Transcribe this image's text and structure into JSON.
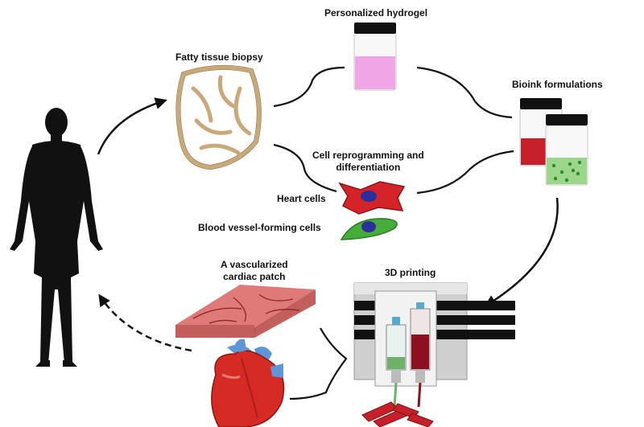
{
  "labels": {
    "hydrogel": "Personalized hydrogel",
    "biopsy": "Fatty tissue biopsy",
    "bioink": "Bioink formulations",
    "reprogramming_line1": "Cell reprogramming and",
    "reprogramming_line2": "differentiation",
    "heart_cells": "Heart cells",
    "vessel_cells": "Blood vessel-forming cells",
    "patch_line1": "A vascularized",
    "patch_line2": "cardiac patch",
    "printing": "3D printing"
  },
  "colors": {
    "hydrogel": "#f0a6e6",
    "bioink_red": "#c8202a",
    "bioink_green": "#9bd68a",
    "heart_cell": "#d4242a",
    "vessel_cell": "#46ad3a",
    "nucleus": "#2a2f9a",
    "patch": "#e07a78",
    "heart": "#d62a24",
    "vessels": "#5f97d6",
    "printer": "#c8c8c8"
  }
}
